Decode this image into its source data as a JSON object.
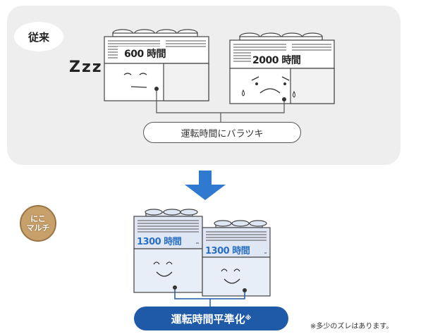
{
  "before": {
    "label": "従来",
    "unit_a_hours": "600 時間",
    "unit_b_hours": "2000 時間",
    "zzz": "Zzz",
    "status": "運転時間にバラツキ"
  },
  "after": {
    "badge_line1": "にこ",
    "badge_line2": "マルチ",
    "unit_a_hours": "1300 時間",
    "unit_b_hours": "1300 時間",
    "result": "運転時間平準化",
    "result_mark": "※"
  },
  "note": "※多少のズレはあります。",
  "colors": {
    "panel": "#eeeeee",
    "blue": "#1f5aa8",
    "arrow": "#2f7ad0",
    "badge": "#c8a06a"
  }
}
